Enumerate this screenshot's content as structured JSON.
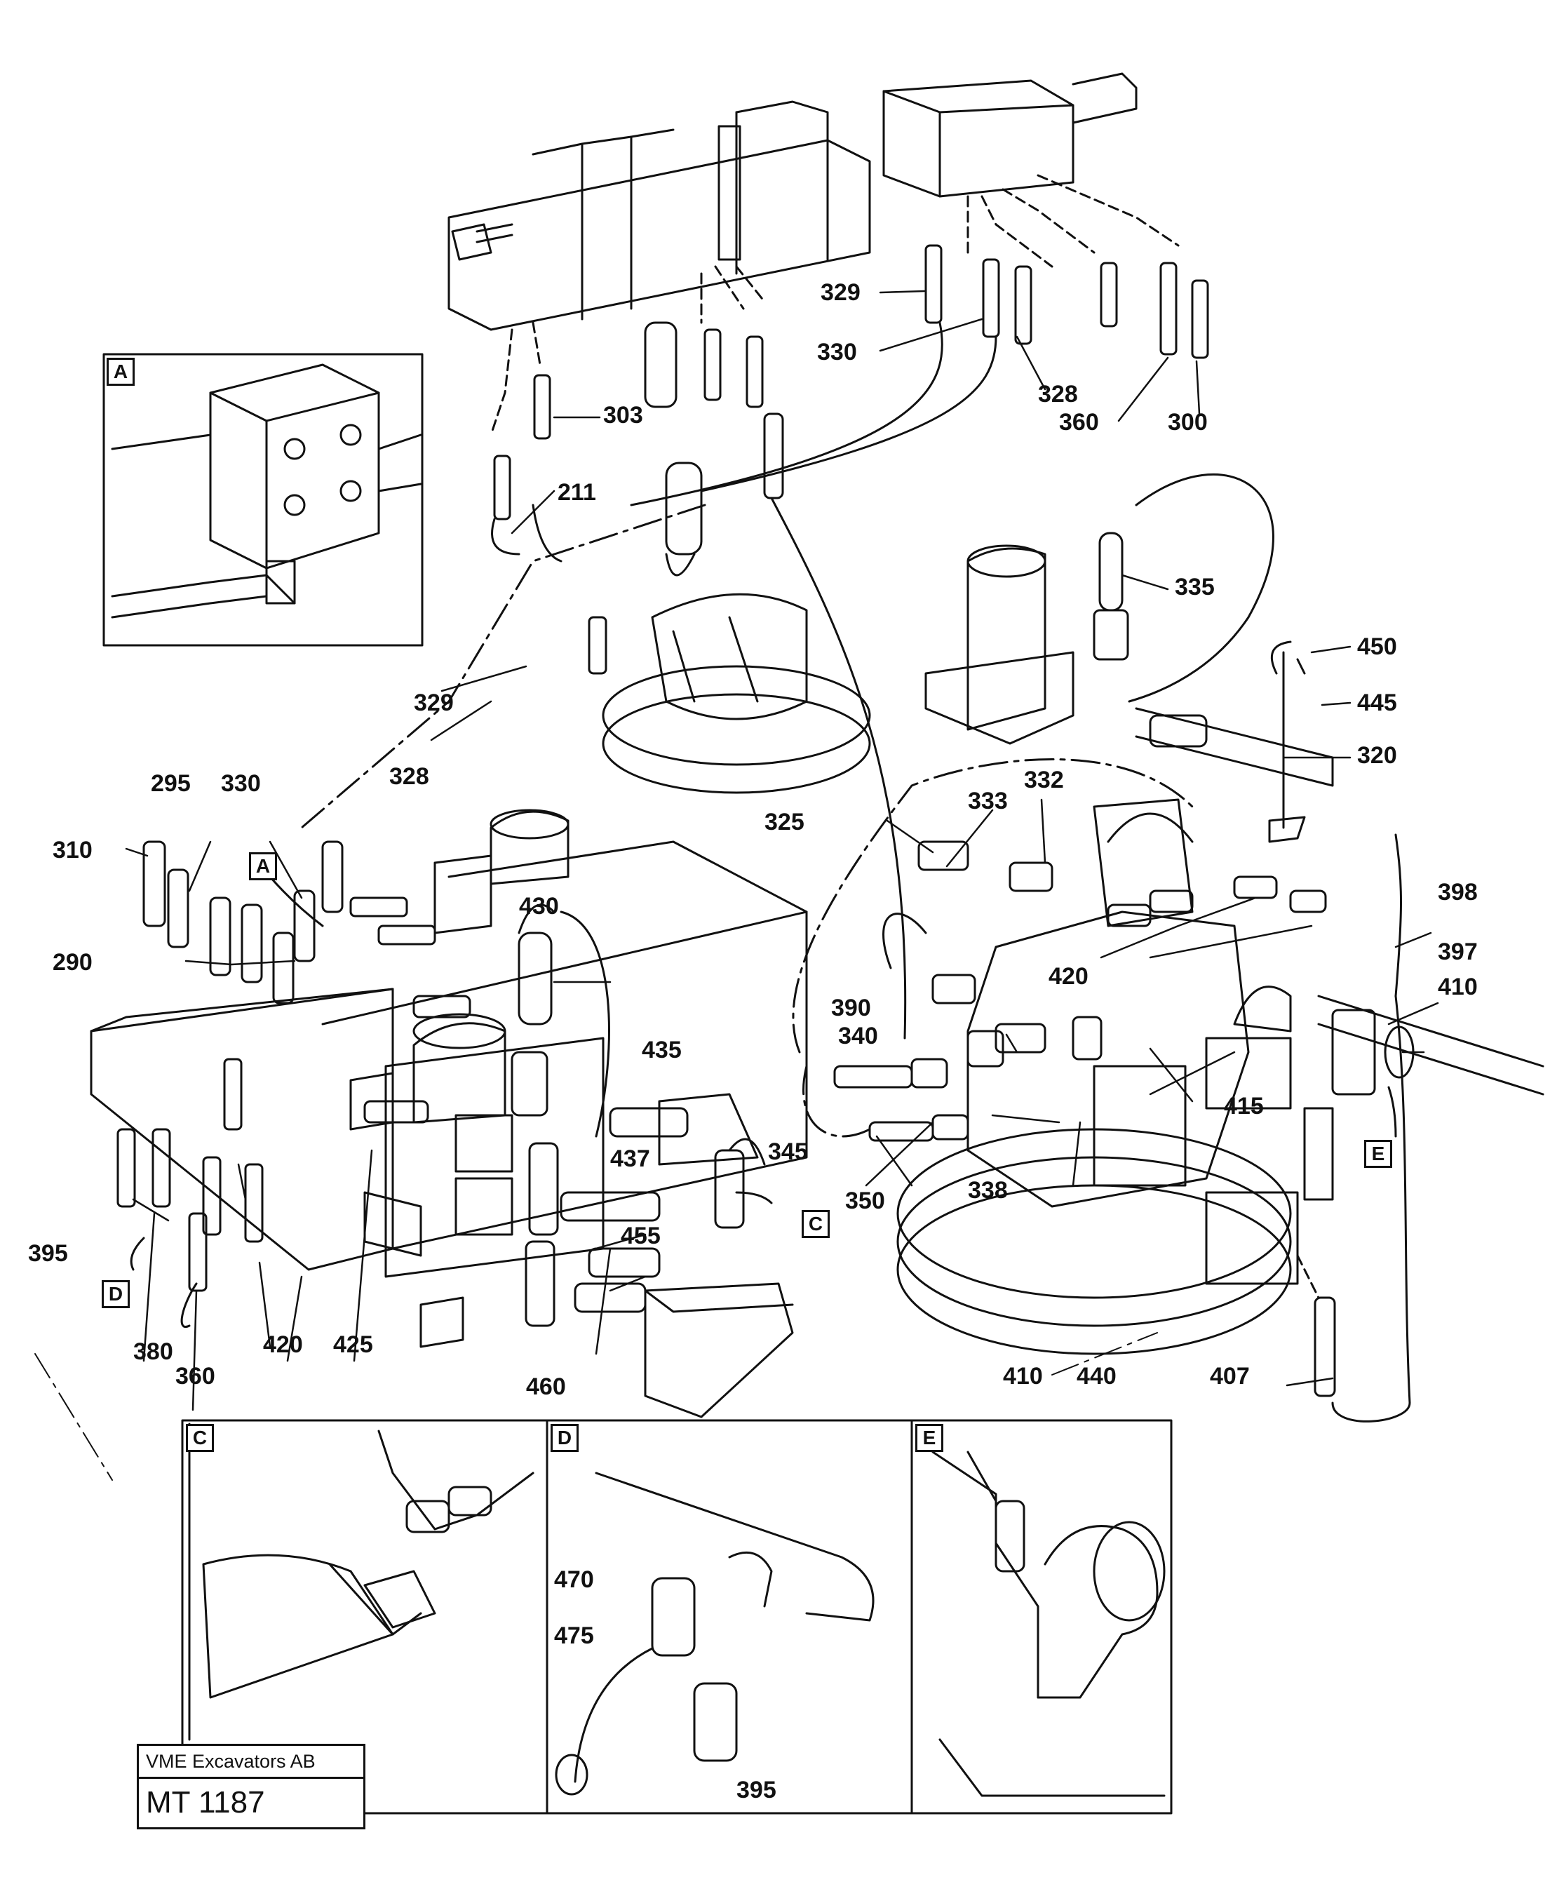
{
  "title_block": {
    "company": "VME Excavators AB",
    "reference": "MT 1187"
  },
  "detail_views": [
    {
      "id": "A",
      "title": "A"
    },
    {
      "id": "C",
      "title": "C"
    },
    {
      "id": "D",
      "title": "D"
    },
    {
      "id": "E",
      "title": "E"
    }
  ],
  "view_markers": [
    "A",
    "C",
    "D",
    "E"
  ],
  "part_numbers": [
    "329",
    "330",
    "328",
    "360",
    "300",
    "303",
    "211",
    "335",
    "450",
    "445",
    "320",
    "329",
    "328",
    "295",
    "330",
    "310",
    "325",
    "333",
    "332",
    "290",
    "430",
    "398",
    "420",
    "397",
    "410",
    "390",
    "340",
    "435",
    "415",
    "345",
    "338",
    "350",
    "437",
    "455",
    "395",
    "380",
    "420",
    "425",
    "460",
    "360",
    "407",
    "410",
    "440",
    "470",
    "475",
    "395"
  ]
}
